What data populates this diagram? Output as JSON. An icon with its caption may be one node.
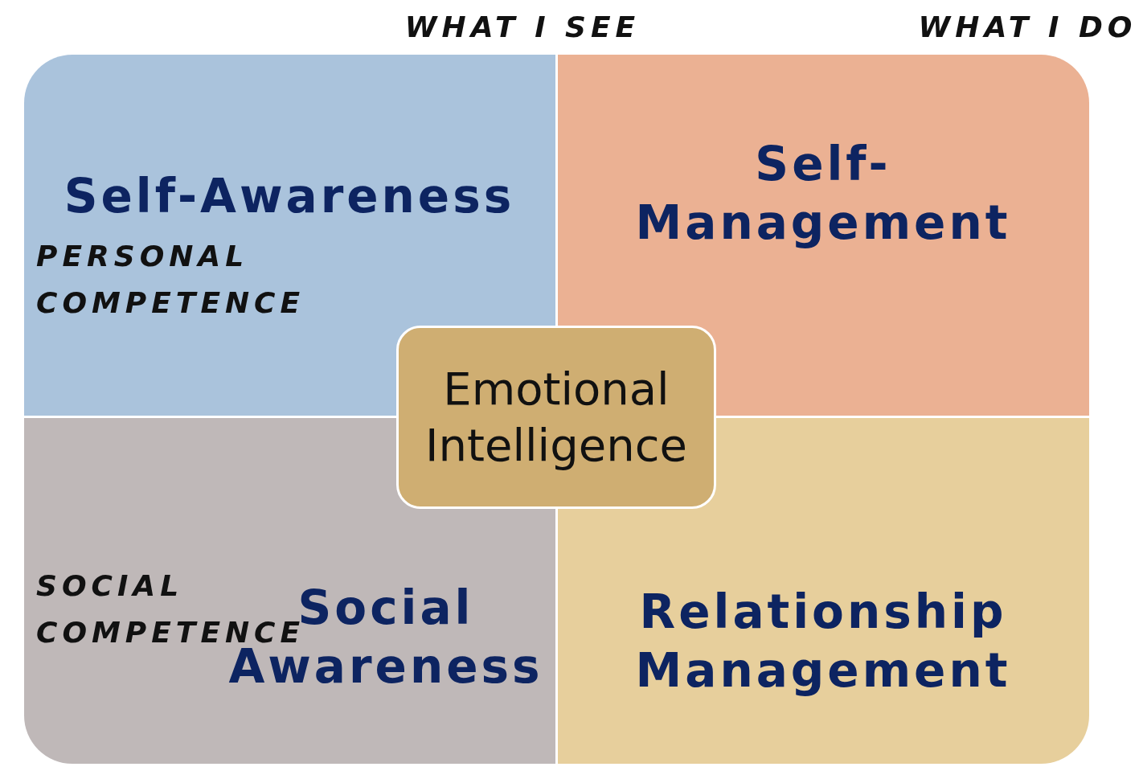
{
  "diagram": {
    "nodes": [
      {
        "text": [
          "Self-Awareness"
        ]
      },
      {
        "text": [
          "Self-Management"
        ]
      },
      {
        "text": [
          "Social Awareness"
        ]
      },
      {
        "text": [
          "Relationship Management"
        ]
      },
      {
        "text": [
          "Emotional Intelligence"
        ]
      }
    ],
    "labels": [
      "WHAT I SEE",
      "WHAT I DO",
      "PERSONAL COMPETENCE",
      "SOCIAL COMPETENCE"
    ]
  }
}
